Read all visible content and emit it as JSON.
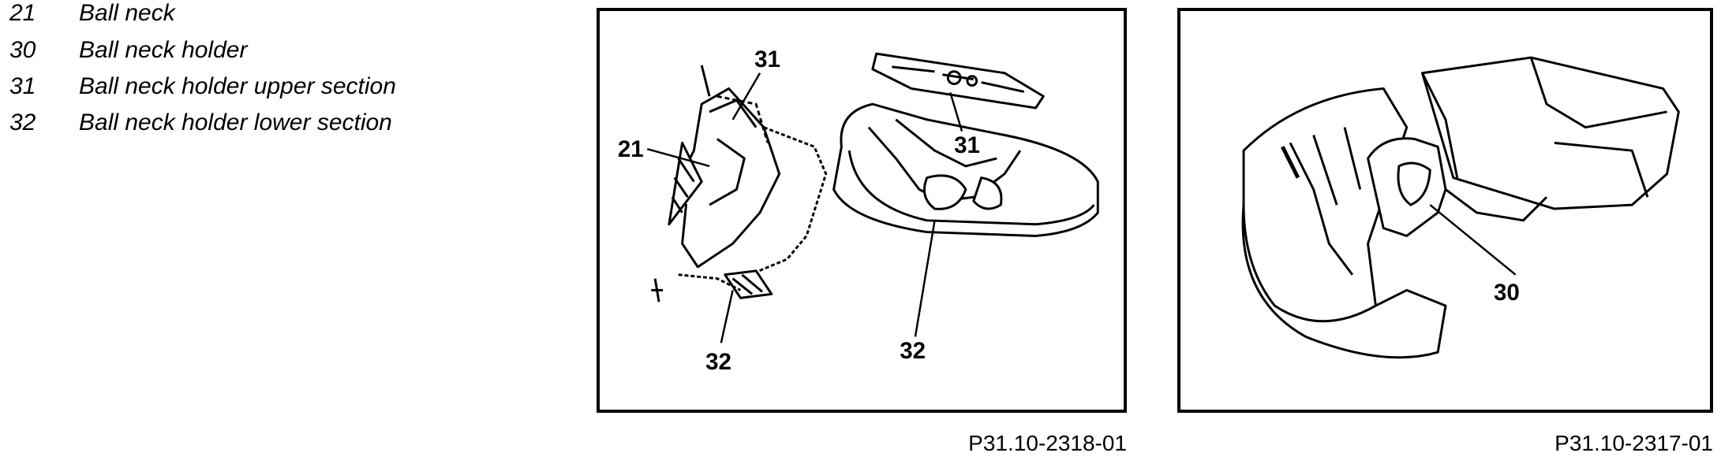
{
  "legend": [
    {
      "number": "21",
      "text": "Ball neck"
    },
    {
      "number": "30",
      "text": "Ball neck holder"
    },
    {
      "number": "31",
      "text": "Ball neck holder upper section"
    },
    {
      "number": "32",
      "text": "Ball neck holder lower section"
    }
  ],
  "figures": [
    {
      "caption": "P31.10-2318-01",
      "callouts": [
        "21",
        "31",
        "31",
        "32",
        "32"
      ]
    },
    {
      "caption": "P31.10-2317-01",
      "callouts": [
        "30"
      ]
    }
  ]
}
